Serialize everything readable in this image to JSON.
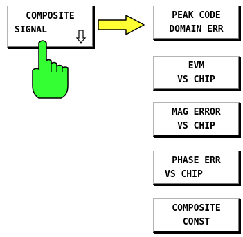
{
  "source_softkey": {
    "line1": "COMPOSITE",
    "line2": "SIGNAL",
    "indicator_icon": "down-arrow-icon"
  },
  "pointer_icon": "hand-pointer-icon",
  "connector_icon": "right-arrow-icon",
  "submenu_softkeys": [
    {
      "line1": "PEAK CODE",
      "line2": "DOMAIN ERR"
    },
    {
      "line1": "EVM",
      "line2": "VS CHIP"
    },
    {
      "line1": "MAG ERROR",
      "line2": "VS CHIP"
    },
    {
      "line1": "PHASE ERR",
      "line2": "VS CHIP"
    },
    {
      "line1": "COMPOSITE",
      "line2": "CONST"
    }
  ],
  "colors": {
    "arrow_fill": "#ffff33",
    "hand_fill": "#33ff33",
    "outline": "#000000"
  }
}
